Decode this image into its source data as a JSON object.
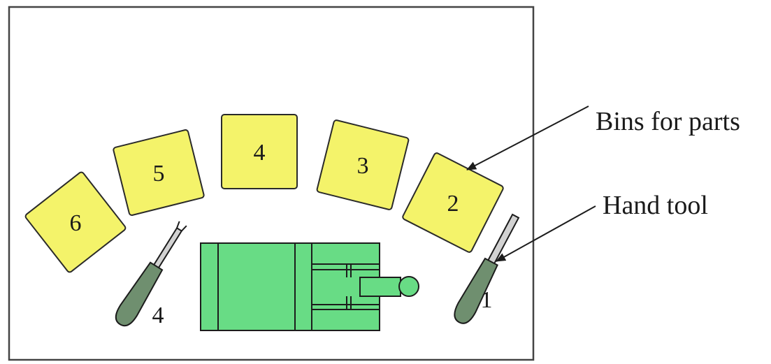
{
  "colors": {
    "bin_fill": "#f4f36a",
    "machine_fill": "#68dc85",
    "tool_handle": "#6f8f6f",
    "tool_shaft": "#d2d2d2",
    "outline": "#1c1c1c"
  },
  "bins": [
    {
      "label": "6"
    },
    {
      "label": "5"
    },
    {
      "label": "4"
    },
    {
      "label": "3"
    },
    {
      "label": "2"
    }
  ],
  "tools": [
    {
      "label": "4"
    },
    {
      "label": "1"
    }
  ],
  "callouts": {
    "bins": "Bins for parts",
    "tool": "Hand tool"
  }
}
